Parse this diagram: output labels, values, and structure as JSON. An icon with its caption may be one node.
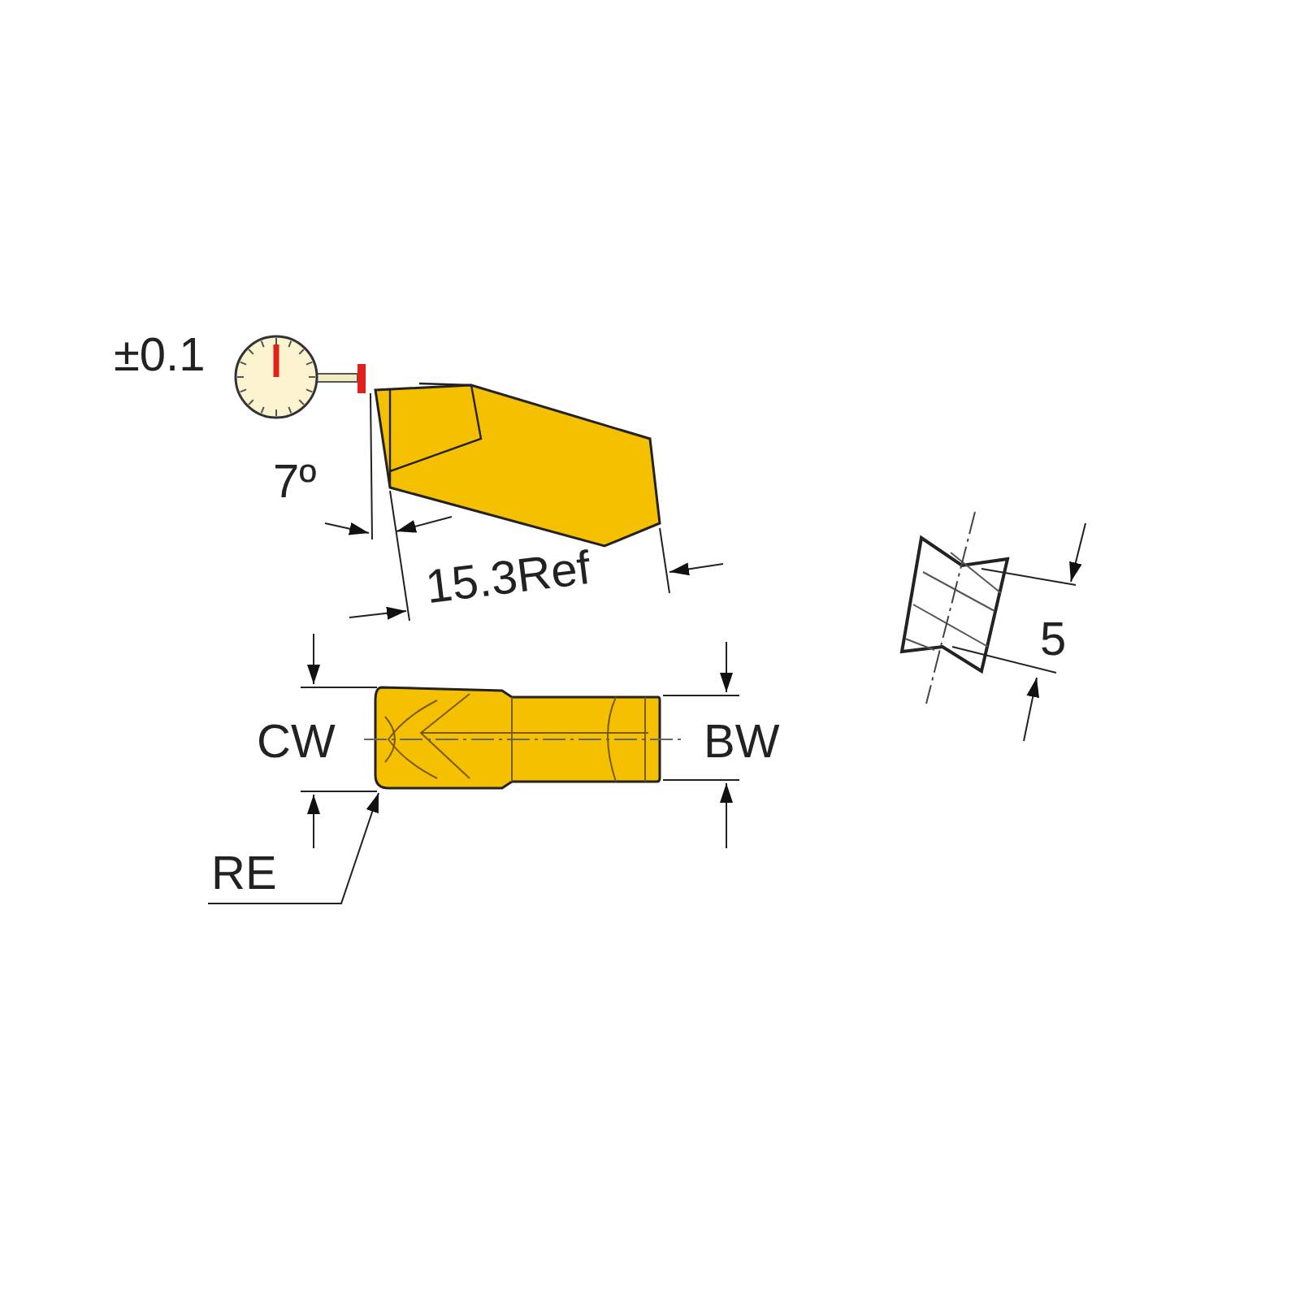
{
  "diagram": {
    "nodes": [
      {
        "text": [
          "RE"
        ]
      },
      {
        "text": [],
        "shape": "picture"
      }
    ],
    "edges": [
      {
        "from": 0,
        "to": 1,
        "arrow": "to"
      }
    ],
    "labels": [
      "±0.1",
      "7º",
      "15.3Ref",
      "CW",
      "BW",
      "5"
    ]
  }
}
